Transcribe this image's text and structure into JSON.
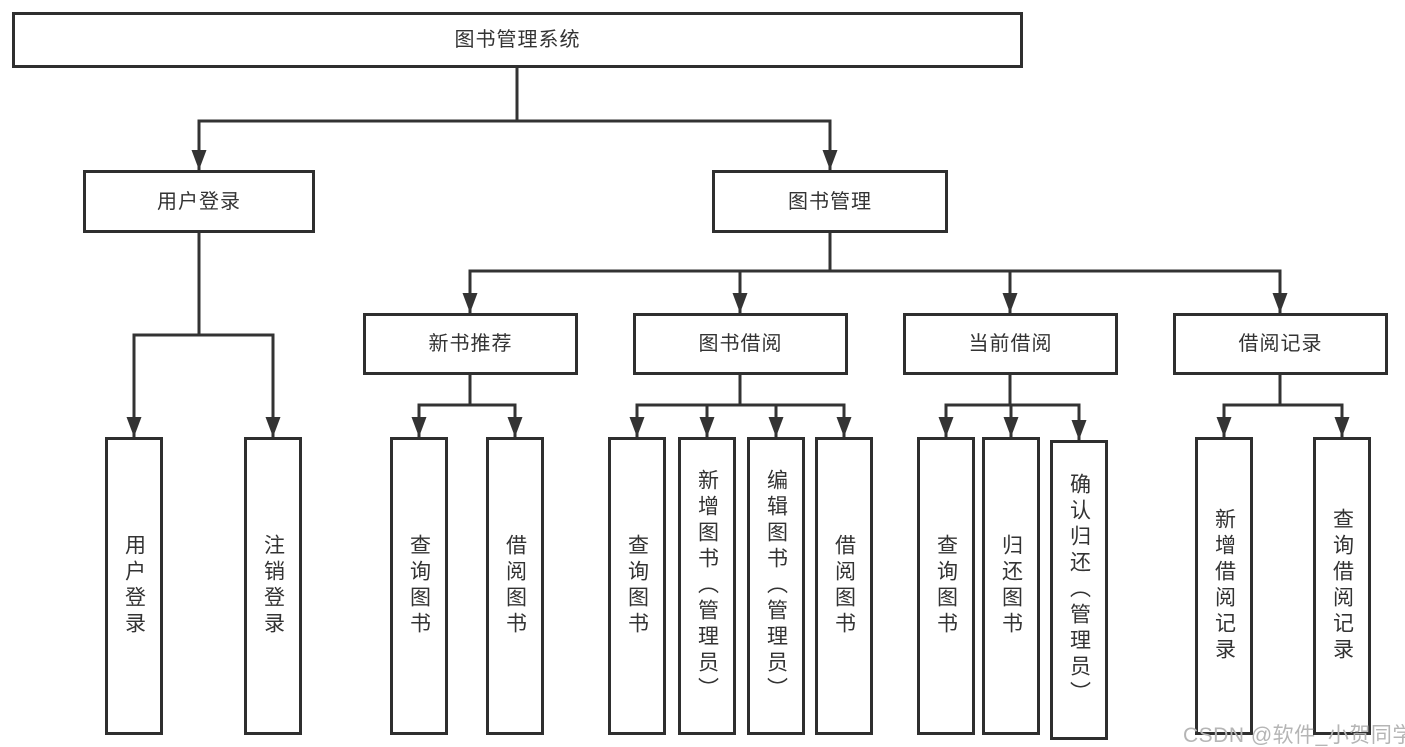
{
  "diagram": {
    "root": {
      "label": "图书管理系统"
    },
    "level2": [
      {
        "label": "用户登录"
      },
      {
        "label": "图书管理"
      }
    ],
    "level3": [
      {
        "label": "新书推荐"
      },
      {
        "label": "图书借阅"
      },
      {
        "label": "当前借阅"
      },
      {
        "label": "借阅记录"
      }
    ],
    "leaves": {
      "user_login": [
        {
          "label": "用户登录"
        },
        {
          "label": "注销登录"
        }
      ],
      "new_book_recommend": [
        {
          "label": "查询图书"
        },
        {
          "label": "借阅图书"
        }
      ],
      "book_borrow": [
        {
          "label": "查询图书"
        },
        {
          "label": "新增图书（管理员）"
        },
        {
          "label": "编辑图书（管理员）"
        },
        {
          "label": "借阅图书"
        }
      ],
      "current_borrow": [
        {
          "label": "查询图书"
        },
        {
          "label": "归还图书"
        },
        {
          "label": "确认归还（管理员）"
        }
      ],
      "borrow_record": [
        {
          "label": "新增借阅记录"
        },
        {
          "label": "查询借阅记录"
        }
      ]
    },
    "watermark": "CSDN @软件_小贺同学",
    "colors": {
      "line": "#333333",
      "box_border": "#2f2f2f",
      "box_background": "#ffffff",
      "text": "#333333",
      "watermark": "#b5b5b5"
    }
  }
}
